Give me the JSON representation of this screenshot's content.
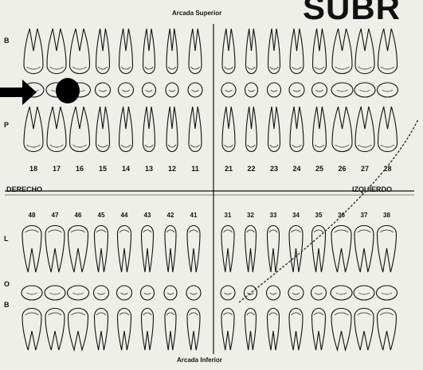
{
  "header": {
    "arcade_top": "Arcada Superior",
    "arcade_bottom": "Arcada Inferior",
    "big_title": "SUBR"
  },
  "sides": {
    "left": "DERECHO",
    "right": "IZQUIERDO"
  },
  "row_letters": {
    "upper_buccal": "B",
    "upper_palatal": "P",
    "lower_lingual": "L",
    "lower_occlusal": "O",
    "lower_buccal": "B"
  },
  "upper_teeth": [
    "18",
    "17",
    "16",
    "15",
    "14",
    "13",
    "12",
    "11",
    "21",
    "22",
    "23",
    "24",
    "25",
    "26",
    "27",
    "28"
  ],
  "lower_teeth": [
    "48",
    "47",
    "46",
    "45",
    "44",
    "43",
    "42",
    "41",
    "31",
    "32",
    "33",
    "34",
    "35",
    "36",
    "37",
    "38"
  ],
  "colors": {
    "ink": "#111111",
    "paper": "#efefea",
    "annotation": "#000000"
  }
}
